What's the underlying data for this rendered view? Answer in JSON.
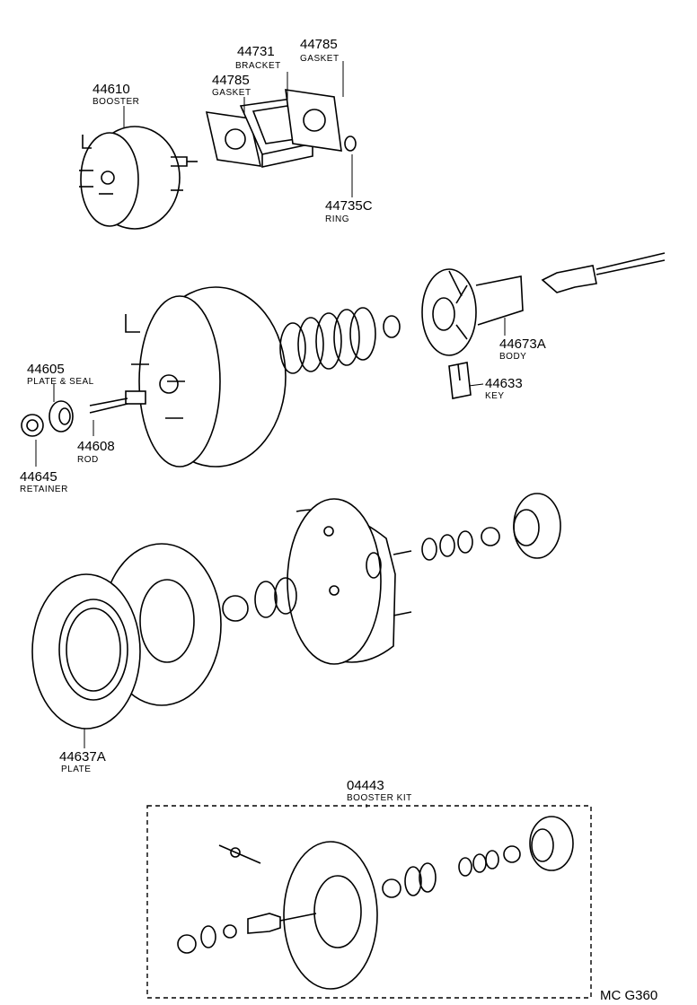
{
  "parts": [
    {
      "id": "booster",
      "number": "44610",
      "name": "BOOSTER"
    },
    {
      "id": "bracket",
      "number": "44731",
      "name": "BRACKET"
    },
    {
      "id": "gasket-left",
      "number": "44785",
      "name": "GASKET"
    },
    {
      "id": "gasket-right",
      "number": "44785",
      "name": "GASKET"
    },
    {
      "id": "ring",
      "number": "44735C",
      "name": "RING"
    },
    {
      "id": "plate-seal",
      "number": "44605",
      "name": "PLATE & SEAL"
    },
    {
      "id": "rod",
      "number": "44608",
      "name": "ROD"
    },
    {
      "id": "retainer",
      "number": "44645",
      "name": "RETAINER"
    },
    {
      "id": "body",
      "number": "44673A",
      "name": "BODY"
    },
    {
      "id": "key",
      "number": "44633",
      "name": "KEY"
    },
    {
      "id": "plate",
      "number": "44637A",
      "name": "PLATE"
    },
    {
      "id": "booster-kit",
      "number": "04443",
      "name": "BOOSTER KIT"
    }
  ],
  "diagram_code": "MC  G360"
}
